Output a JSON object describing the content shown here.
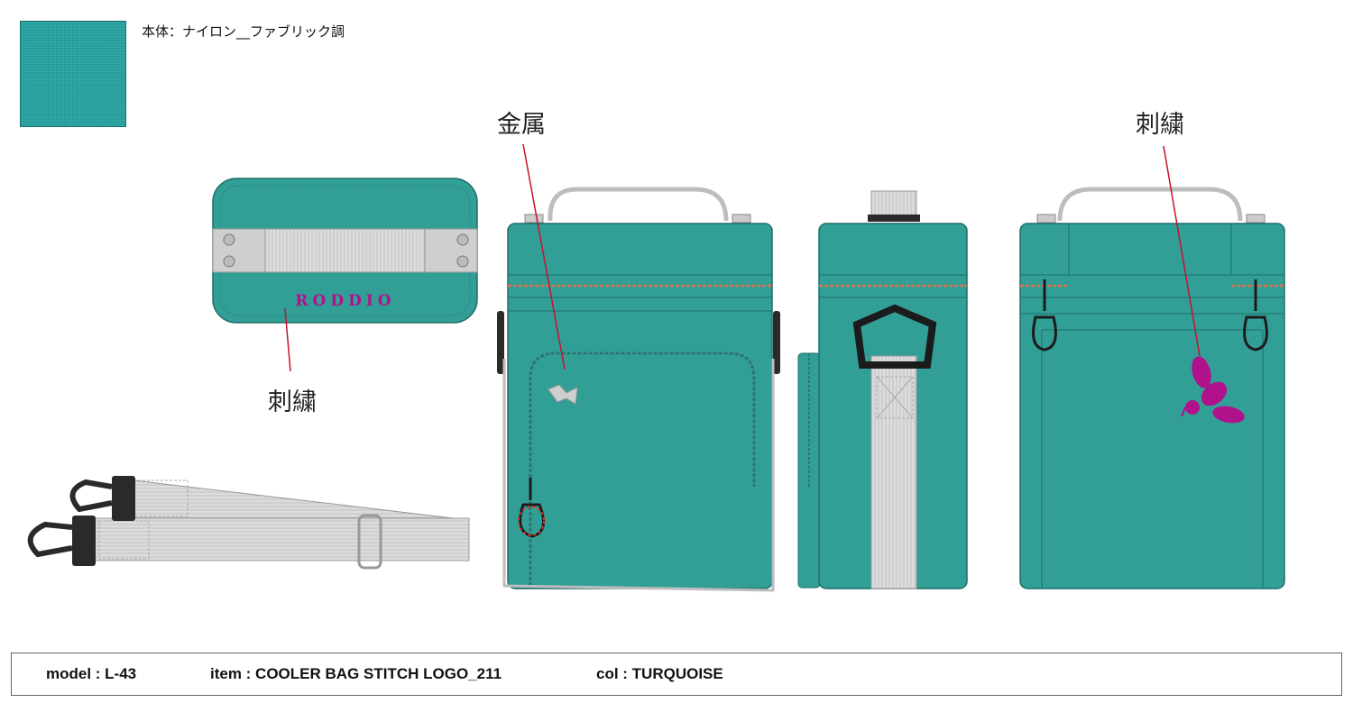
{
  "swatch": {
    "color": "#26a3a0"
  },
  "material_note": "本体：ナイロン__ファブリック調",
  "callouts": {
    "top_embroidery": "刺繍",
    "metal": "金属",
    "back_embroidery": "刺繍"
  },
  "logo_text": "RODDIO",
  "colors": {
    "body": "#329f97",
    "webbing": "#d9d9d9",
    "logo": "#b0128c",
    "zipper": "#e0714a",
    "leader_line": "#c8102e"
  },
  "footer": {
    "model": "model : L-43",
    "item": "item : COOLER BAG STITCH LOGO_211",
    "col": "col : TURQUOISE"
  }
}
